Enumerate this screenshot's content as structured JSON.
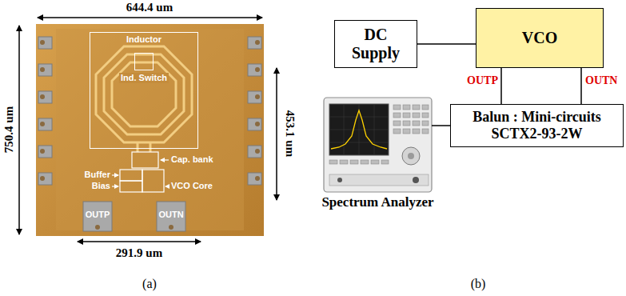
{
  "diagram": {
    "nodes": [
      {
        "text": [
          "Inductor"
        ]
      },
      {
        "text": [
          "Ind. Switch"
        ],
        "in": 0
      },
      {
        "text": [
          "DC Supply"
        ]
      },
      {
        "text": [
          "VCO"
        ]
      },
      {
        "text": [
          "Spectrum Analyzer"
        ]
      },
      {
        "text": [
          "Balun : Mini-circuits SCTX2-93-2W"
        ]
      }
    ],
    "edges": [
      {
        "from": 2,
        "to": 3,
        "arrow": "none"
      },
      {
        "from": 3,
        "to": 5,
        "label": "OUTP",
        "arrow": "none"
      },
      {
        "from": 3,
        "to": 5,
        "label": "OUTN",
        "arrow": "none"
      },
      {
        "from": 4,
        "to": 5,
        "arrow": "none"
      }
    ],
    "labels": [
      "(a)",
      "(b)",
      "644.4 um",
      "750.4 um",
      "453.1 um",
      "291.9 um",
      "OUTP",
      "OUTN",
      "Cap. bank",
      "Buffer",
      "Bias",
      "VCO Core"
    ]
  }
}
